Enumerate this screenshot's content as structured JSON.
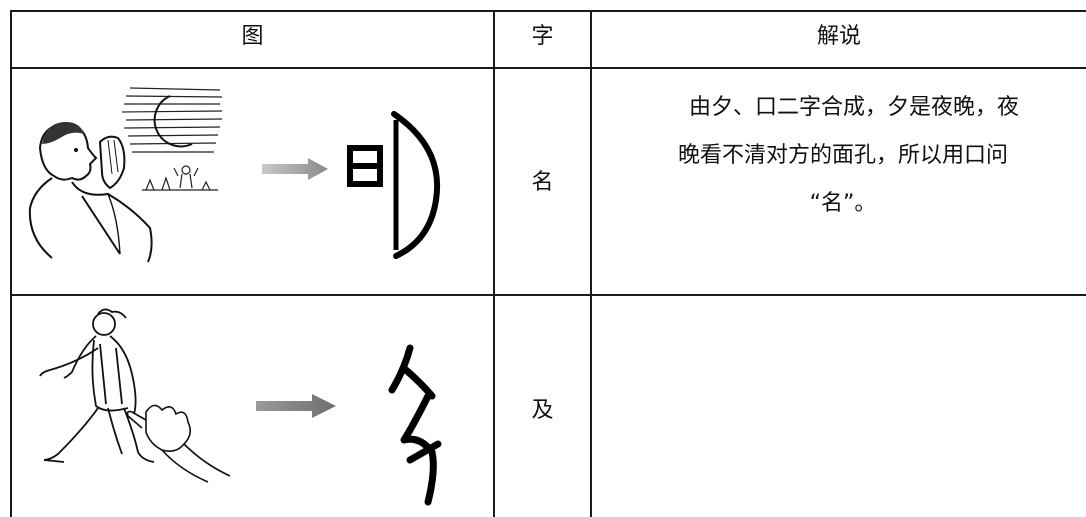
{
  "table": {
    "headers": [
      "图",
      "字",
      "解说"
    ],
    "rows": [
      {
        "char": "名",
        "explanation_lines": [
          "　由夕、口二字合成，夕是夜晚，夜",
          "晚看不清对方的面孔，所以用口问",
          "“名”。"
        ]
      },
      {
        "char": "及",
        "explanation_lines": []
      }
    ]
  },
  "colors": {
    "border": "#1a1a1a",
    "arrow": "#8a8a8a"
  },
  "icons": [
    "moon-icon",
    "arrow-icon"
  ]
}
